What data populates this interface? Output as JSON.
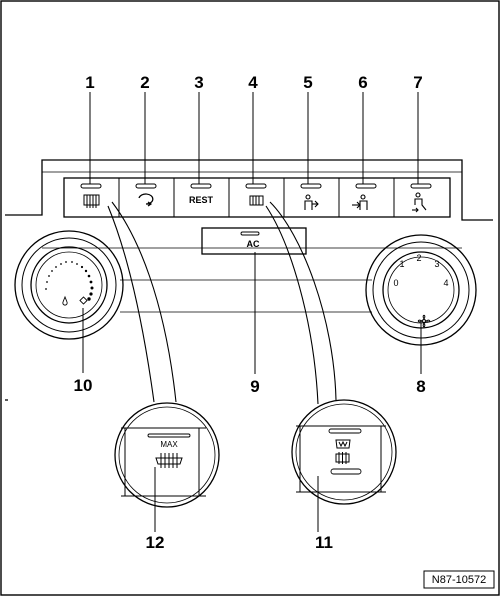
{
  "diagram": {
    "callouts": [
      "1",
      "2",
      "3",
      "4",
      "5",
      "6",
      "7",
      "8",
      "9",
      "10",
      "11",
      "12"
    ],
    "buttons": {
      "rest": "REST",
      "ac": "AC",
      "max": "MAX"
    },
    "fan_dial": {
      "values": [
        "0",
        "1",
        "2",
        "3",
        "4"
      ]
    },
    "reference": "N87-10572",
    "icons": {
      "b1": "rear-window-heater-icon",
      "b2": "recirculation-icon",
      "b4": "rear-window-heater-icon",
      "b5": "air-to-face-icon",
      "b6": "air-to-body-icon",
      "b7": "air-to-feet-icon",
      "d10": "temperature-dots-icon",
      "d8": "fan-icon"
    }
  }
}
